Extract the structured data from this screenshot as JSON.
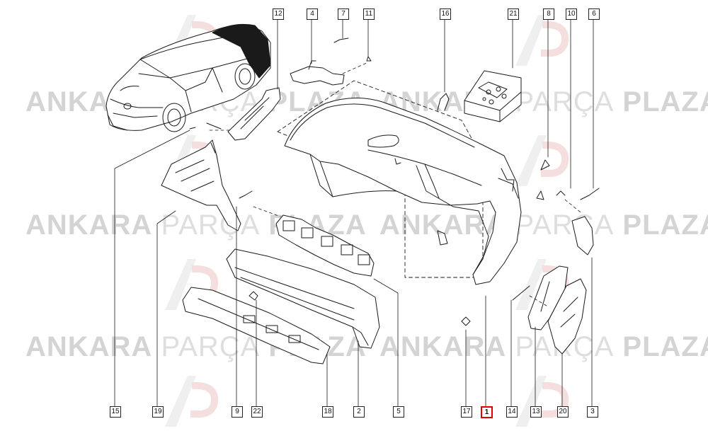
{
  "watermark": {
    "word1": "ANKARA",
    "word2": "PARÇA",
    "word3": "PLAZA"
  },
  "callouts": {
    "c12": "12",
    "c4": "4",
    "c7": "7",
    "c11": "11",
    "c16": "16",
    "c21": "21",
    "c8": "8",
    "c10": "10",
    "c6": "6",
    "c15": "15",
    "c19": "19",
    "c9": "9",
    "c22": "22",
    "c18": "18",
    "c2": "2",
    "c5": "5",
    "c17": "17",
    "c1": "1",
    "c14": "14",
    "c13": "13",
    "c20": "20",
    "c3": "3"
  },
  "highlight_color": "#e00000",
  "highlighted_part": "1"
}
